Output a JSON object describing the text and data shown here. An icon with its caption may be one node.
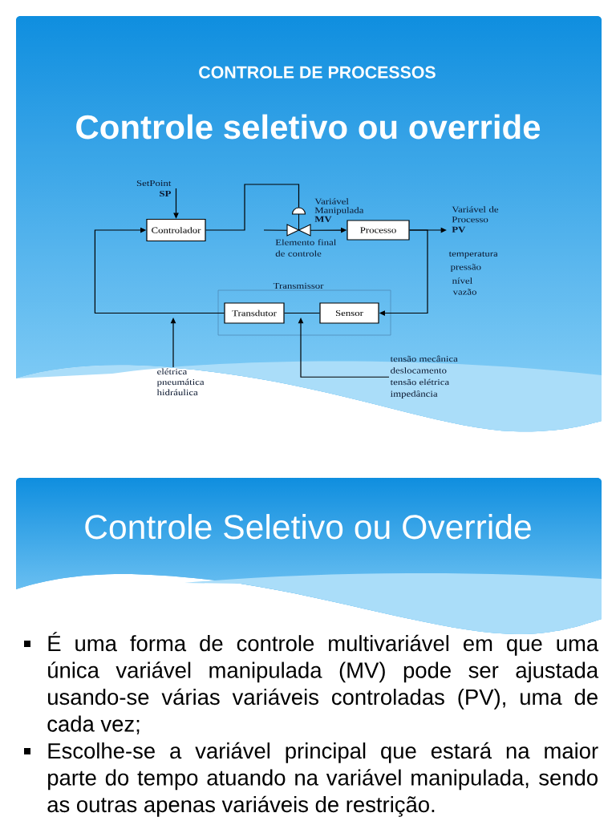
{
  "diagram": {
    "title": "Controle seletivo ou override",
    "nodes": [
      {
        "text": [
          "SetPoint",
          "SP"
        ]
      },
      {
        "text": [
          "Controlador"
        ]
      },
      {
        "text": [],
        "shape": "valve",
        "beside": [
          "Elemento final de controle"
        ]
      },
      {
        "text": [
          "Processo"
        ]
      },
      {
        "text": [
          "Transmissor"
        ]
      },
      {
        "text": [
          "Transdutor"
        ],
        "in": 4
      },
      {
        "text": [
          "Sensor"
        ],
        "in": 4
      },
      {
        "text": [
          "elétrica",
          "pneumática",
          "hidráulica"
        ]
      },
      {
        "text": [
          "tensão mecânica",
          "deslocamento",
          "tensão elétrica",
          "impedância"
        ]
      }
    ],
    "edges": [
      {
        "from": 0,
        "to": 1,
        "arrow": "to"
      },
      {
        "from": 1,
        "to": 2,
        "arrow": "none"
      },
      {
        "from": null,
        "to": 2,
        "arrow": "none"
      },
      {
        "from": 2,
        "to": 3,
        "arrow": "to",
        "label": "Variável Manipulada **MV**"
      },
      {
        "from": 3,
        "to": null,
        "arrow": "to",
        "label": "Variável de Processo **PV**"
      },
      {
        "from": 3,
        "to": 6,
        "arrow": "to"
      },
      {
        "from": 6,
        "to": 5,
        "arrow": "none"
      },
      {
        "from": 5,
        "to": 1,
        "arrow": "to"
      },
      {
        "from": 7,
        "to": null,
        "arrow": "to"
      },
      {
        "from": 8,
        "to": null,
        "arrow": "to"
      }
    ],
    "labels": [
      "CONTROLE DE PROCESSOS",
      "temperatura",
      "pressão",
      "nível",
      "vazão",
      "Controle Seletivo ou Override",
      "É uma forma de controle multivariável em que uma única variável manipulada (MV) pode ser ajustada usando-se várias variáveis controladas (PV), uma de cada vez;",
      "Escolhe-se a variável principal que estará na maior parte do tempo atuando na variável manipulada, sendo as outras apenas variáveis de restrição."
    ]
  }
}
